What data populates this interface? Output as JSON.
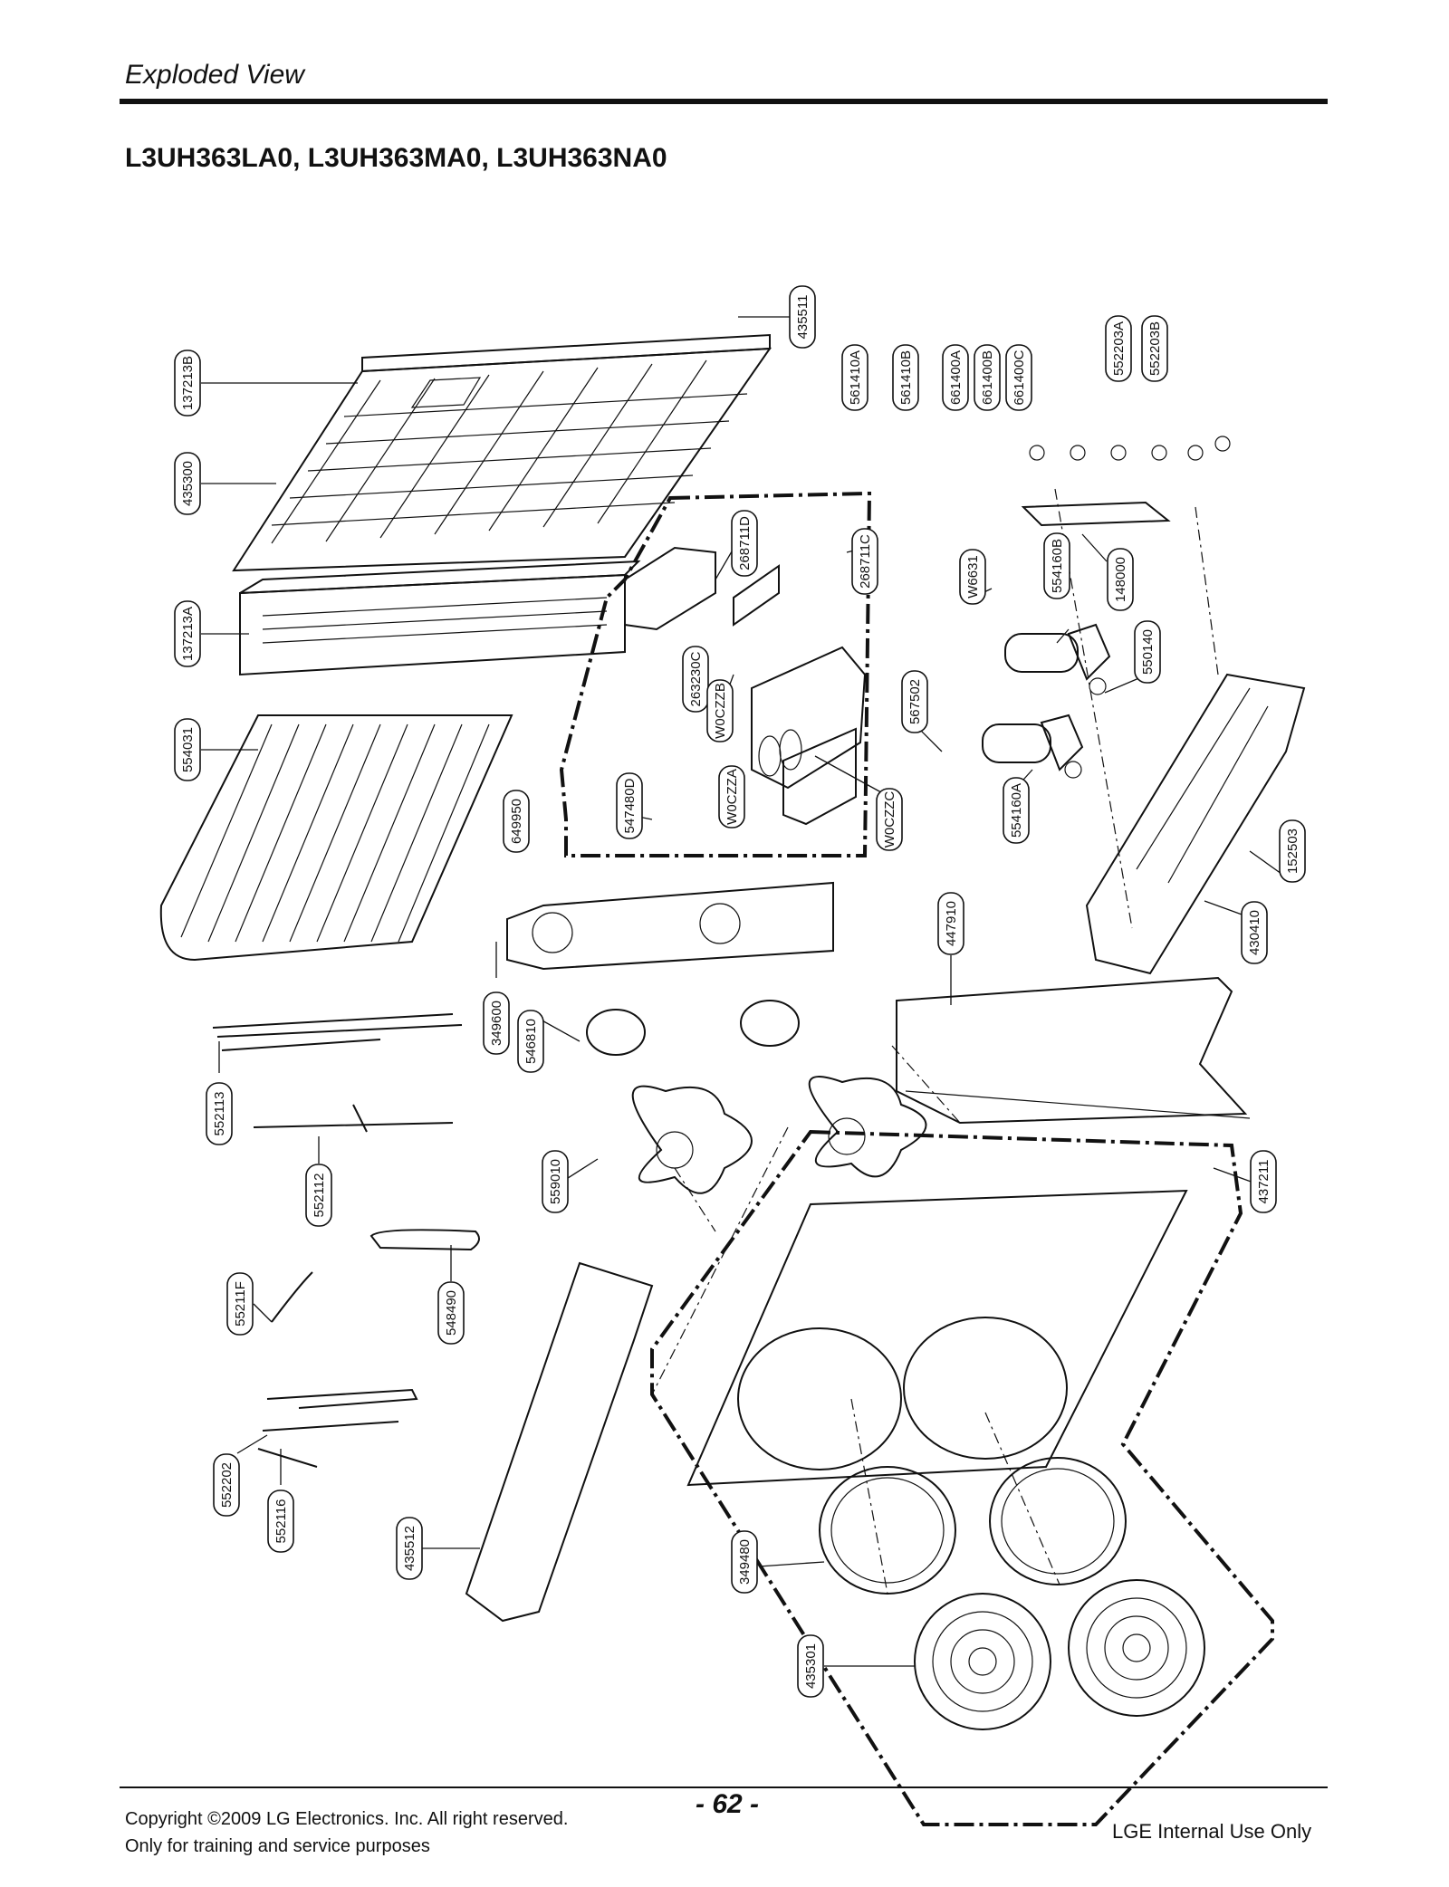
{
  "header": {
    "section_title": "Exploded View",
    "model_title": "L3UH363LA0, L3UH363MA0, L3UH363NA0"
  },
  "footer": {
    "copyright_line1": "Copyright ©2009 LG Electronics. Inc. All right reserved.",
    "copyright_line2": "Only for training and service purposes",
    "page_number": "- 62 -",
    "internal_use": "LGE Internal Use Only"
  },
  "part_labels": [
    "137213B",
    "435300",
    "137213A",
    "554031",
    "435511",
    "561410A",
    "561410B",
    "661400A",
    "661400B",
    "661400C",
    "552203A",
    "552203B",
    "268711D",
    "268711C",
    "263230C",
    "W0CZZB",
    "W0CZZA",
    "547480D",
    "649950",
    "W0CZZC",
    "W6631",
    "554160B",
    "148000",
    "567502",
    "550140",
    "554160A",
    "152503",
    "430410",
    "447910",
    "349600",
    "546810",
    "552113",
    "552112",
    "559010",
    "437211",
    "548490",
    "55211F",
    "552202",
    "552116",
    "435512",
    "349480",
    "435301"
  ]
}
